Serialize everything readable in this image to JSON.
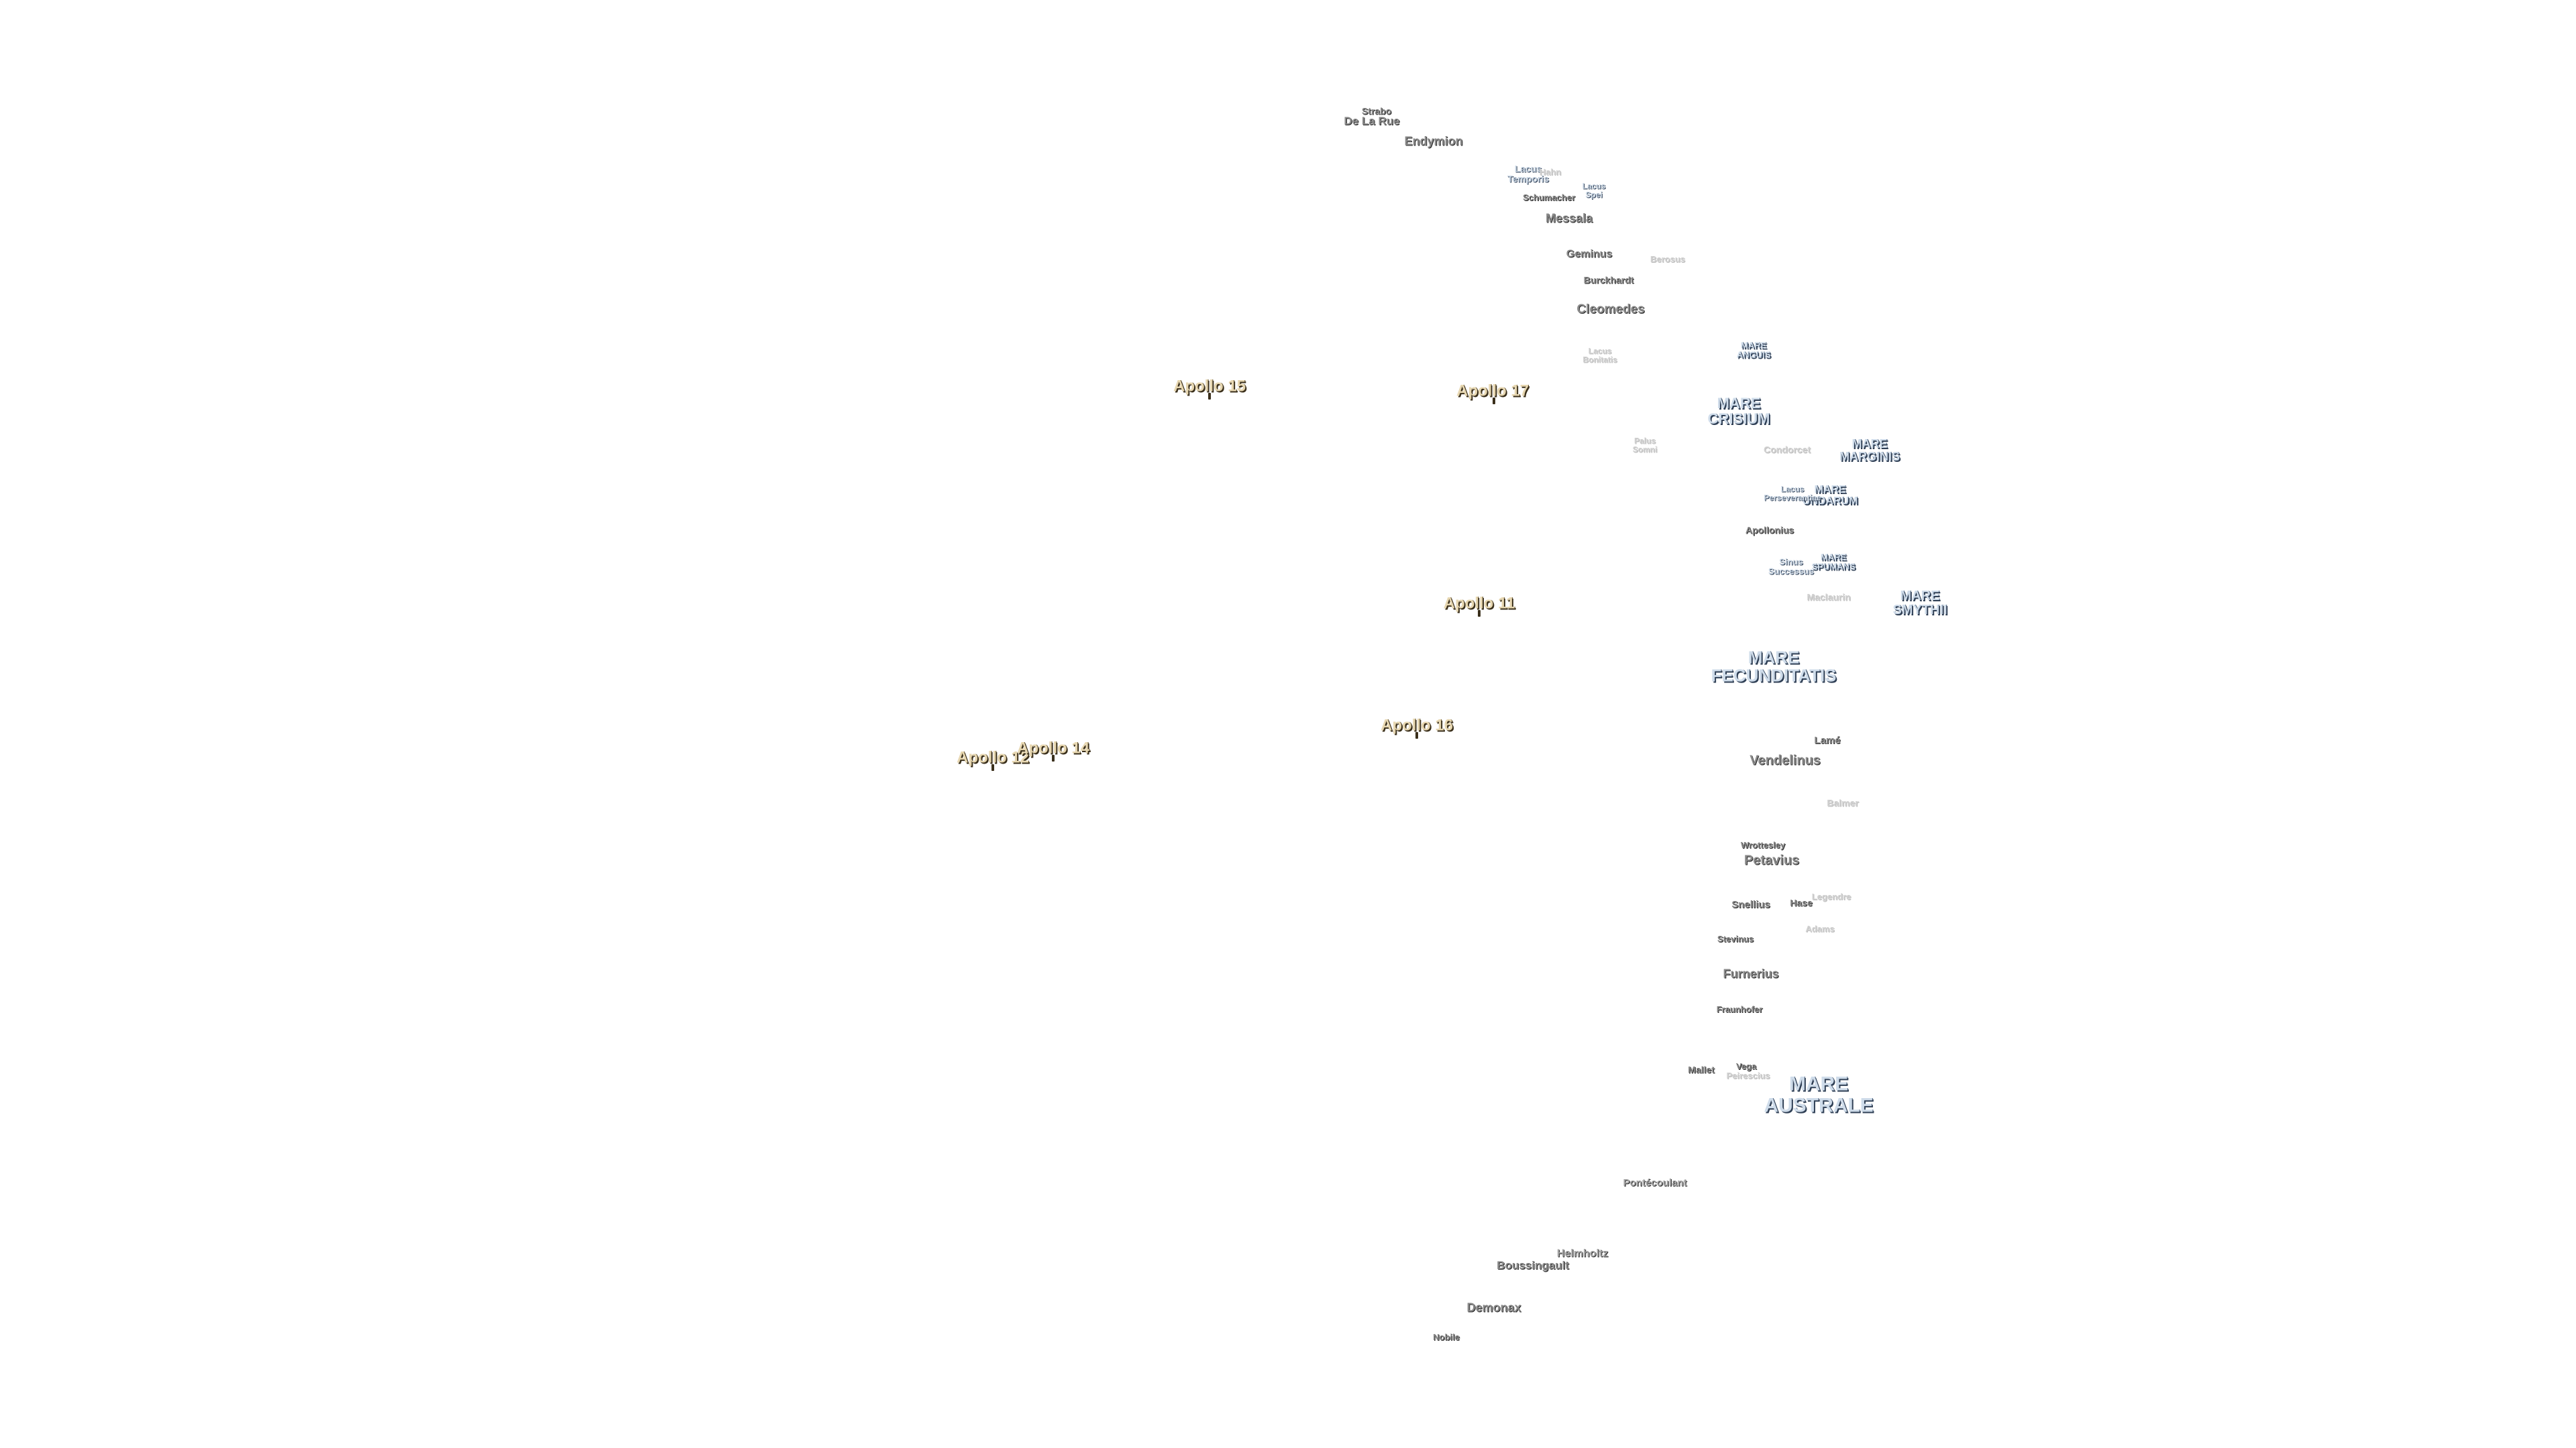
{
  "colors": {
    "background": "#ffffff",
    "crater_fill": "#8a8a8a",
    "crater_outline": "#2b2b2b",
    "sea_fill": "#cfdcea",
    "sea_outline": "#2f3f55",
    "apollo_fill": "#e7d7b1",
    "apollo_outline": "#3a2f1b"
  },
  "map": {
    "apollo_sites": [
      {
        "id": "apollo-15",
        "name": "Apollo 15"
      },
      {
        "id": "apollo-17",
        "name": "Apollo 17"
      },
      {
        "id": "apollo-11",
        "name": "Apollo 11"
      },
      {
        "id": "apollo-16",
        "name": "Apollo 16"
      },
      {
        "id": "apollo-12",
        "name": "Apollo 12"
      },
      {
        "id": "apollo-14",
        "name": "Apollo 14"
      }
    ],
    "seas": [
      {
        "id": "mare-anguis",
        "name": "MARE ANGUIS"
      },
      {
        "id": "mare-crisium",
        "name": "MARE CRISIUM"
      },
      {
        "id": "mare-marginis",
        "name": "MARE MARGINIS"
      },
      {
        "id": "mare-undarum",
        "name": "MARE UNDARUM"
      },
      {
        "id": "mare-spumans",
        "name": "MARE SPUMANS"
      },
      {
        "id": "mare-smythii",
        "name": "MARE SMYTHII"
      },
      {
        "id": "mare-fecunditatis",
        "name": "MARE FECUNDITATIS"
      },
      {
        "id": "mare-australe",
        "name": "MARE AUSTRALE"
      }
    ],
    "lakes": [
      {
        "id": "lacus-temporis",
        "name": "Lacus Temporis"
      },
      {
        "id": "lacus-spei",
        "name": "Lacus Spei"
      },
      {
        "id": "lacus-perseverantiae",
        "name": "Lacus Perseverantiae"
      },
      {
        "id": "sinus-successus",
        "name": "Sinus Successus"
      }
    ],
    "craters": [
      {
        "id": "strabo",
        "name": "Strabo"
      },
      {
        "id": "de-la-rue",
        "name": "De La Rue"
      },
      {
        "id": "endymion",
        "name": "Endymion"
      },
      {
        "id": "schumacher",
        "name": "Schumacher"
      },
      {
        "id": "messala",
        "name": "Messala"
      },
      {
        "id": "geminus",
        "name": "Geminus"
      },
      {
        "id": "burckhardt",
        "name": "Burckhardt"
      },
      {
        "id": "cleomedes",
        "name": "Cleomedes"
      },
      {
        "id": "apollonius",
        "name": "Apollonius"
      },
      {
        "id": "lame",
        "name": "Lamé"
      },
      {
        "id": "vendelinus",
        "name": "Vendelinus"
      },
      {
        "id": "wrottesley",
        "name": "Wrottesley"
      },
      {
        "id": "petavius",
        "name": "Petavius"
      },
      {
        "id": "snellius",
        "name": "Snellius"
      },
      {
        "id": "hase",
        "name": "Hase"
      },
      {
        "id": "stevinus",
        "name": "Stevinus"
      },
      {
        "id": "furnerius",
        "name": "Furnerius"
      },
      {
        "id": "fraunhofer",
        "name": "Fraunhofer"
      },
      {
        "id": "mallet",
        "name": "Mallet"
      },
      {
        "id": "vega",
        "name": "Vega"
      },
      {
        "id": "pontecoulant",
        "name": "Pontécoulant"
      },
      {
        "id": "helmholtz",
        "name": "Helmholtz"
      },
      {
        "id": "boussingault",
        "name": "Boussingault"
      },
      {
        "id": "demonax",
        "name": "Demonax"
      },
      {
        "id": "nobile",
        "name": "Nobile"
      }
    ],
    "faint_craters": [
      {
        "id": "hahn",
        "name": "Hahn"
      },
      {
        "id": "berosus",
        "name": "Berosus"
      },
      {
        "id": "lacus-bonitatis",
        "name": "Lacus Bonitatis"
      },
      {
        "id": "palus-somni",
        "name": "Palus Somni"
      },
      {
        "id": "condorcet",
        "name": "Condorcet"
      },
      {
        "id": "maclaurin",
        "name": "Maclaurin"
      },
      {
        "id": "balmer",
        "name": "Balmer"
      },
      {
        "id": "legendre",
        "name": "Legendre"
      },
      {
        "id": "adams",
        "name": "Adams"
      },
      {
        "id": "peirescius",
        "name": "Peirescius"
      }
    ]
  }
}
